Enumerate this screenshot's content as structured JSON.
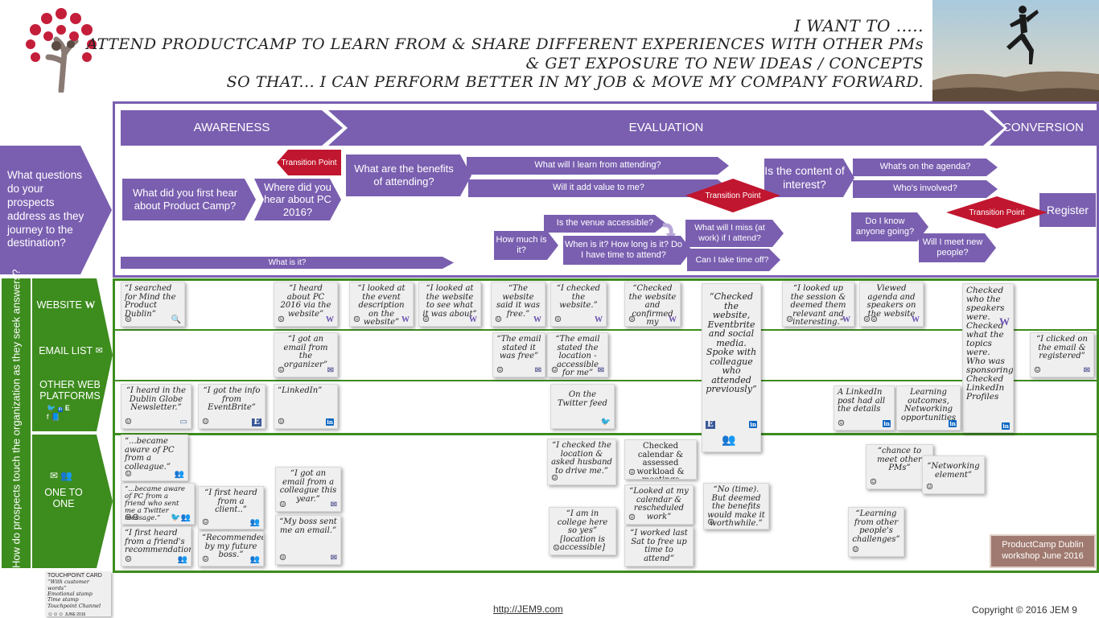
{
  "header": {
    "line1": "I WANT TO .....",
    "line2": "ATTEND PRODUCTCAMP TO LEARN FROM & SHARE DIFFERENT EXPERIENCES WITH OTHER PMs",
    "line3": "& GET EXPOSURE TO NEW IDEAS / CONCEPTS",
    "line4": "SO THAT... I CAN PERFORM BETTER IN MY JOB  & MOVE MY COMPANY FORWARD."
  },
  "stages": [
    "AWARENESS",
    "EVALUATION",
    "CONVERSION"
  ],
  "left_labels": {
    "questions": "What questions do your prospects address as they journey to the destination?",
    "touch": "How do prospects touch the organization as they seek answers?"
  },
  "questions": [
    "What did you first hear about Product Camp?",
    "Where did you hear about PC 2016?",
    "What are the benefits of attending?",
    "What will I learn from attending?",
    "Will it add value to me?",
    "Is the content of interest?",
    "What's on the agenda?",
    "Who's involved?",
    "Register",
    "Is the venue accessible?",
    "How much is it?",
    "When is it? How long is it? Do I have time to attend?",
    "What will I miss (at work) if I attend?",
    "Can I take time off?",
    "Do I know anyone going?",
    "Will I meet new people?",
    "What is it?"
  ],
  "transition": "Transition Point",
  "channels": {
    "website": "WEBSITE",
    "website_icon": "W",
    "email": "EMAIL LIST",
    "other": "OTHER WEB PLATFORMS",
    "one": "ONE TO ONE"
  },
  "notes": {
    "n1": "“I searched for Mind the Product Dublin”",
    "n2": "“I heard about PC 2016 via the website”",
    "n3": "“I looked at the event description on the website”",
    "n4": "“I looked at the website to see what it was about”",
    "n5": "“The website said it was free.”",
    "n6": "“I checked the website.”",
    "n7": "“Checked the website and confirmed my availability”",
    "n8": "“Checked the website, Eventbrite and social media. Spoke with colleague who attended previously”",
    "n9": "“I looked up the session & deemed them relevant and interesting.”",
    "n10": "Viewed agenda and speakers on the website",
    "n11": "Checked who the speakers were. Checked what the topics were. Who was sponsoring. Checked LinkedIn Profiles",
    "n12": "“I got an email from the organizer”",
    "n13": "“The email stated it was free”",
    "n14": "“The email stated the location - accessible for me”",
    "n15": "“I clicked on the email & registered”",
    "n16": "“I heard in the Dublin Globe Newsletter.”",
    "n17": "“I got the info from EventBrite”",
    "n18": "“LinkedIn”",
    "n19": "On the Twitter feed",
    "n20": "A LinkedIn post had all the details",
    "n21": "Learning outcomes, Networking opportunities",
    "n22": "“...became aware of PC from a colleague.”",
    "n23": "“...became aware of PC from a friend who sent me a Twitter message.”",
    "n24": "“I first heard from a friend's recommendation”",
    "n25": "“I first heard from a client..”",
    "n26": "“Recommended by my future boss.”",
    "n27": "“I got an email from a colleague this year.”",
    "n28": "“My boss sent me an email.”",
    "n29": "“I checked the location & asked husband to drive me.”",
    "n30": "“I am in college here so yes” [location is accessible]",
    "n31": "Checked calendar & assessed workload & meetings",
    "n32": "“Looked at my calendar & rescheduled work”",
    "n33": "“I worked last Sat to free up time to attend”",
    "n34": "“No (time). But deemed the benefits would make it worthwhile.”",
    "n35": "“chance to meet other PMs”",
    "n36": "“Networking element”",
    "n37": "“Learning from other people's challenges”"
  },
  "touchpoint_card": {
    "title": "TOUCHPOINT CARD",
    "l1": "“With customer words”",
    "l2": "Emotional stamp",
    "l3": "Time stamp",
    "l4": "Touchpoint Channel",
    "date": "JUNE 2016"
  },
  "badge": "ProductCamp Dublin workshop June 2016",
  "footer": {
    "link": "http://JEM9.com",
    "copyright": "Copyright © 2016 JEM 9"
  },
  "colors": {
    "purple": "#7a5fb0",
    "green": "#3d8c1e",
    "red": "#c1162f",
    "badge": "#a07a70"
  },
  "icons": [
    "tree-logo-icon",
    "runner-photo",
    "globe-icon",
    "email-icon",
    "twitter-icon",
    "linkedin-icon",
    "eventbrite-icon",
    "facebook-icon",
    "people-icon",
    "smiley-icon"
  ]
}
